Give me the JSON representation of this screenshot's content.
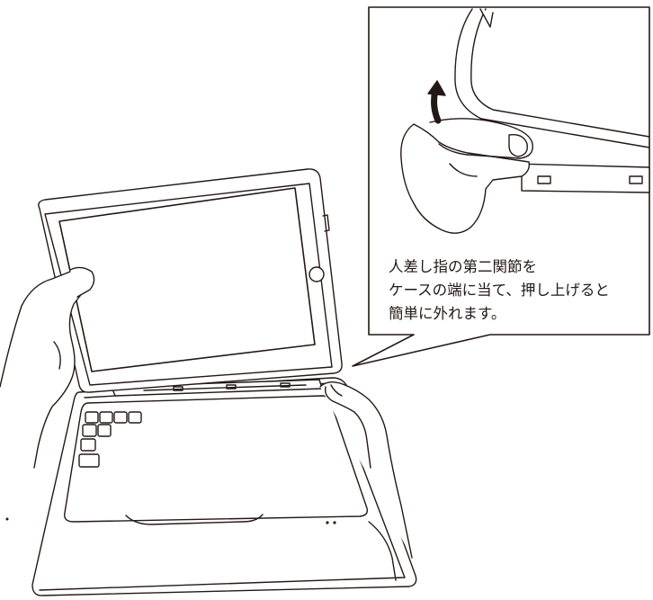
{
  "caption": {
    "lines": [
      "人差し指の第二関節を",
      "ケースの端に当て、押し上げると",
      "簡単に外れます。"
    ]
  },
  "colors": {
    "stroke": "#231815",
    "fill": "#ffffff",
    "shade": "#d9d9d9"
  },
  "icons": {
    "arrow": "curved-up-arrow-icon"
  }
}
